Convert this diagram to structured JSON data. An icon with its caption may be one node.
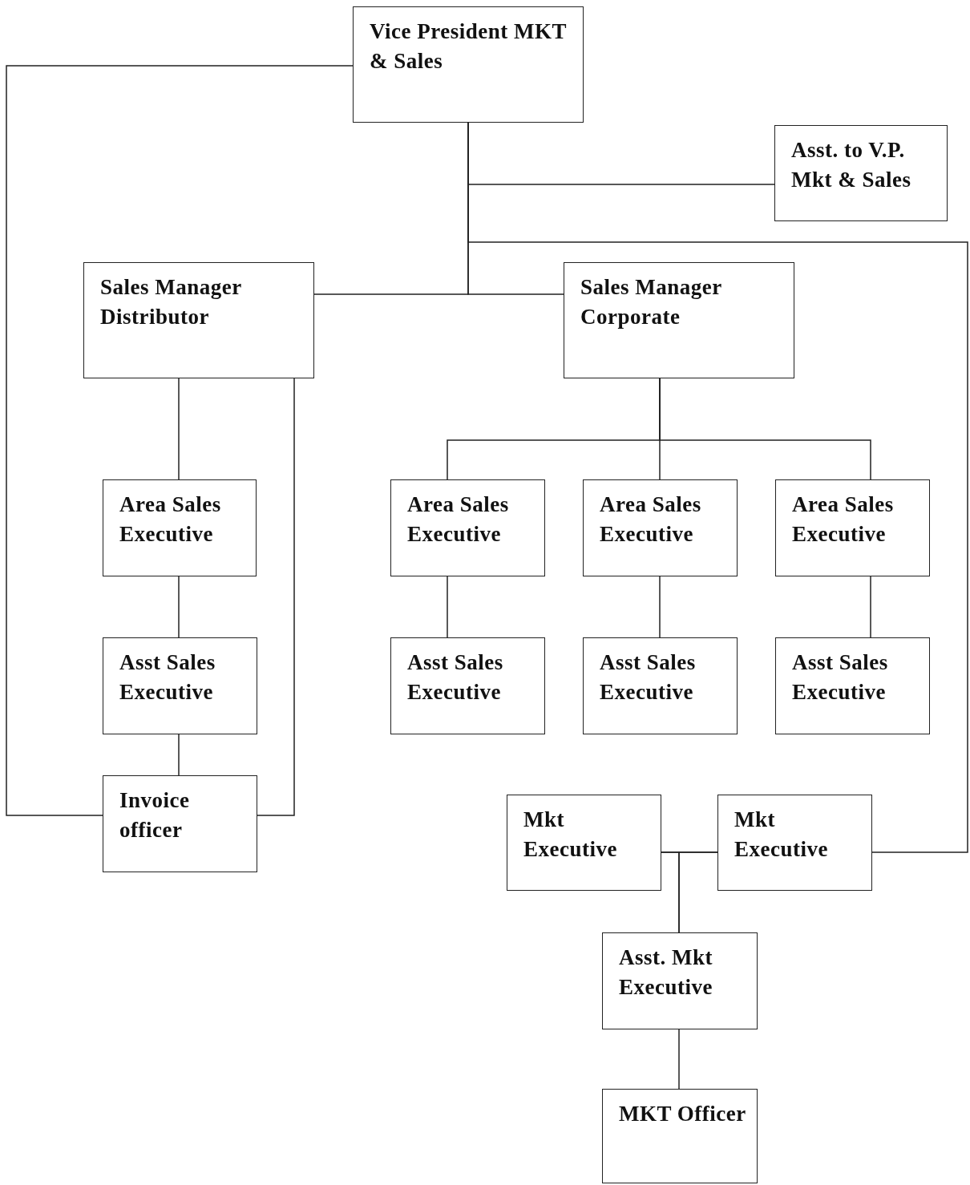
{
  "diagram": {
    "nodes": [
      {
        "text": [
          "Vice President MKT & Sales"
        ]
      },
      {
        "text": [
          "Asst. to V.P. Mkt & Sales"
        ]
      },
      {
        "text": [
          "Sales Manager Distributor"
        ]
      },
      {
        "text": [
          "Sales Manager Corporate"
        ]
      },
      {
        "text": [
          "Area Sales Executive"
        ]
      },
      {
        "text": [
          "Area Sales Executive"
        ]
      },
      {
        "text": [
          "Area Sales Executive"
        ]
      },
      {
        "text": [
          "Area Sales Executive"
        ]
      },
      {
        "text": [
          "Asst Sales Executive"
        ]
      },
      {
        "text": [
          "Asst Sales Executive"
        ]
      },
      {
        "text": [
          "Asst Sales Executive"
        ]
      },
      {
        "text": [
          "Asst Sales Executive"
        ]
      },
      {
        "text": [
          "Invoice officer"
        ]
      },
      {
        "text": [
          "Mkt Executive"
        ]
      },
      {
        "text": [
          "Mkt Executive"
        ]
      },
      {
        "text": [
          "Asst. Mkt Executive"
        ]
      },
      {
        "text": [
          "MKT Officer"
        ]
      }
    ],
    "edges": [
      {
        "from": 0,
        "to": 1,
        "arrow": "none"
      },
      {
        "from": 0,
        "to": 2,
        "arrow": "none"
      },
      {
        "from": 0,
        "to": 3,
        "arrow": "none"
      },
      {
        "from": 0,
        "to": 14,
        "arrow": "none"
      },
      {
        "from": 0,
        "to": 12,
        "arrow": "none"
      },
      {
        "from": 2,
        "to": 4,
        "arrow": "none"
      },
      {
        "from": 2,
        "to": 12,
        "arrow": "none"
      },
      {
        "from": 4,
        "to": 8,
        "arrow": "none"
      },
      {
        "from": 8,
        "to": 12,
        "arrow": "none"
      },
      {
        "from": 3,
        "to": 5,
        "arrow": "none"
      },
      {
        "from": 3,
        "to": 6,
        "arrow": "none"
      },
      {
        "from": 3,
        "to": 7,
        "arrow": "none"
      },
      {
        "from": 5,
        "to": 9,
        "arrow": "none"
      },
      {
        "from": 6,
        "to": 10,
        "arrow": "none"
      },
      {
        "from": 7,
        "to": 11,
        "arrow": "none"
      },
      {
        "from": 13,
        "to": 14,
        "arrow": "none"
      },
      {
        "from": 13,
        "to": 15,
        "arrow": "none"
      },
      {
        "from": 14,
        "to": 15,
        "arrow": "none"
      },
      {
        "from": 15,
        "to": 16,
        "arrow": "none"
      }
    ]
  }
}
